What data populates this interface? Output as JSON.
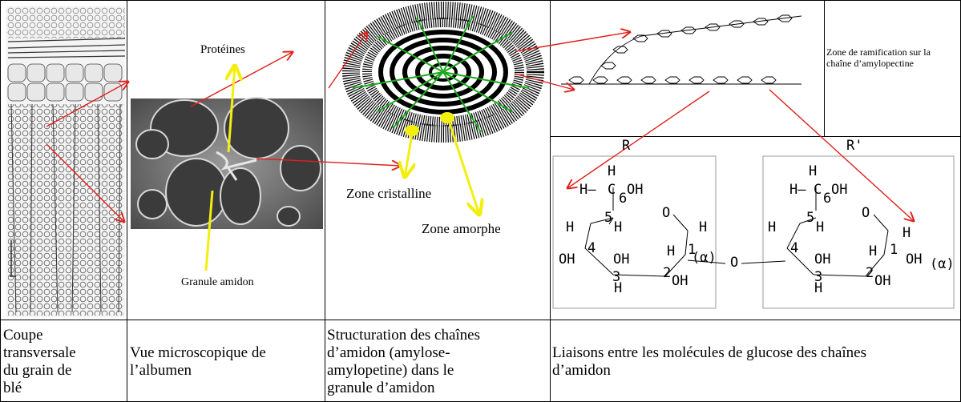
{
  "labels": {
    "proteines": "Protéines",
    "granule": "Granule amidon",
    "zone_cristalline": "Zone cristalline",
    "zone_amorphe": "Zone amorphe",
    "zone_ramification": "Zone de ramification sur la chaîne d’amylopectine",
    "r1": "R",
    "r2": "R'"
  },
  "captions": {
    "col1": "Coupe\ntransversale\ndu grain de\nblé",
    "col2": "Vue microscopique de\nl’albumen",
    "col3": "Structuration des chaînes\nd’amidon (amylose-\namylopetine) dans le\ngranule d’amidon",
    "col4": "Liaisons entre les molécules de glucose des chaînes\nd’amidon"
  },
  "chem": {
    "H": "H",
    "OH": "OH",
    "O": "O",
    "H_dash": "H–",
    "C": "C",
    "num1": "1",
    "num2": "2",
    "num3": "3",
    "num4": "4",
    "num5": "5",
    "num6": "6",
    "alpha": "(α)"
  },
  "colors": {
    "arrow_red": "#e0201a",
    "arrow_yellow": "#f2ee10",
    "green": "#1ea81e"
  }
}
